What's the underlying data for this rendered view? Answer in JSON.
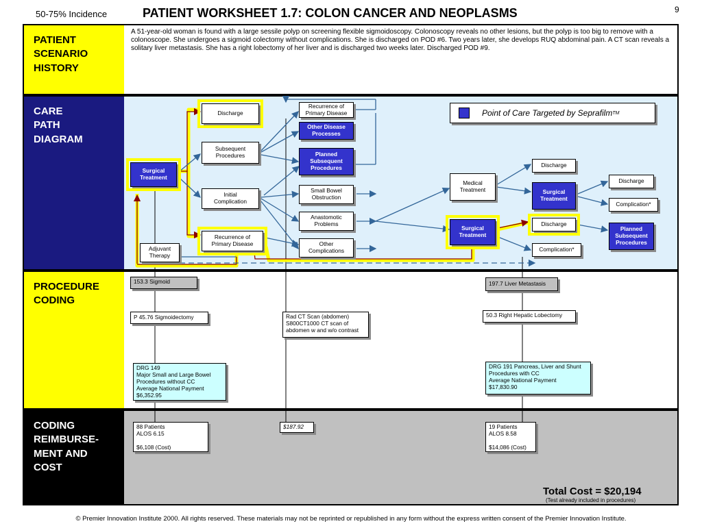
{
  "header": {
    "incidence": "50-75% Incidence",
    "title": "PATIENT WORKSHEET 1.7:  COLON CANCER AND NEOPLASMS",
    "page_number": "9"
  },
  "sections": {
    "history_label": "PATIENT\nSCENARIO\nHISTORY",
    "history_text": "A 51-year-old woman is found with a large sessile polyp on screening flexible sigmoidoscopy.  Colonoscopy reveals no other lesions, but the polyp is too big to remove with a colonoscope. She undergoes a sigmoid colectomy without complications.   She is discharged on POD #6.  Two years later, she develops RUQ abdominal pain.  A CT scan reveals a solitary liver metastasis.  She has a right lobectomy of her liver and is discharged two weeks later.  Discharged POD #9.",
    "care_label": "CARE\nPATH\nDIAGRAM",
    "proc_label": "PROCEDURE\nCODING",
    "reimb_label": "CODING\nREIMBURSE-\nMENT AND\nCOST"
  },
  "legend": {
    "text": "Point of Care Targeted by Seprafilm",
    "sup": "TM",
    "swatch_color": "#3333cc"
  },
  "nodes": {
    "surgical1": "Surgical\nTreatment",
    "adjuvant": "Adjuvant\nTherapy",
    "discharge1": "Discharge",
    "subsequent": "Subsequent\nProcedures",
    "initial": "Initial\nComplication",
    "recurrence_low": "Recurrence of\nPrimary Disease",
    "recurrence_top": "Recurrence of\nPrimary Disease",
    "other_disease": "Other Disease\nProcesses",
    "planned1": "Planned\nSubsequent\nProcedures",
    "small_bowel": "Small Bowel\nObstruction",
    "anastomotic": "Anastomotic\nProblems",
    "other_comp": "Other\nComplications",
    "medical": "Medical\nTreatment",
    "surgical2": "Surgical\nTreatment",
    "surgical3": "Surgical\nTreatment",
    "discharge2": "Discharge",
    "discharge3": "Discharge",
    "discharge4": "Discharge",
    "complication1": "Complication*",
    "complication2": "Complication*",
    "planned2": "Planned\nSubsequent\nProcedures"
  },
  "coding": {
    "dx1": "153.3  Sigmoid",
    "dx2": "197.7  Liver Metastasis",
    "proc1": "P  45.76  Sigmoidectomy",
    "rad": "Rad   CT Scan (abdomen)\nS800CT1000 CT scan of\nabdomen w and w/o contrast",
    "proc2": "50.3  Right  Hepatic Lobectomy",
    "drg1": "DRG 149\nMajor Small and Large Bowel\nProcedures  without CC\nAverage  National Payment\n$6,352.95",
    "drg2": "DRG 191 Pancreas, Liver and Shunt\nProcedures with CC\nAverage  National Payment\n$17,830.90"
  },
  "reimbursement": {
    "box1": "88 Patients\nALOS 6.15\n\n$6,108   (Cost)",
    "ct_cost": "$187.92",
    "box2": "19 Patients\nALOS 8.58\n\n$14,086  (Cost)",
    "total": "Total Cost = $20,194",
    "total_note": "(Test already included in procedures)"
  },
  "colors": {
    "highlight": "#ffff00",
    "arrow_red": "#8b0000",
    "arrow_blue": "#336699",
    "node_blue": "#3333cc"
  },
  "footer": "© Premier Innovation Institute 2000.  All rights reserved. These materials may not be reprinted or republished in any form without the express written consent of the Premier Innovation Institute."
}
